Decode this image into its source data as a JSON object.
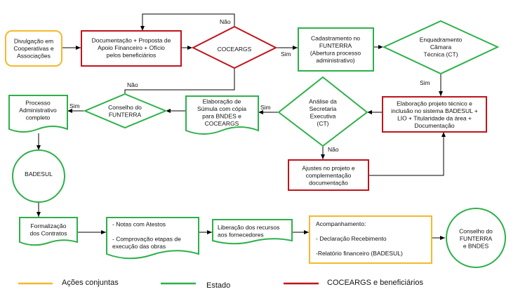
{
  "colors": {
    "acoes_conjuntas": "#f5b82e",
    "estado": "#2eb049",
    "coceargs": "#c0141c"
  },
  "nodes": {
    "divulgacao": [
      "Divulgação em",
      "Cooperativas e",
      "Associações"
    ],
    "documentacao": [
      "Documentação + Proposta de",
      "Apoio Financeiro + Ofício",
      "pelos beneficiários"
    ],
    "coceargs_decision": [
      "COCEARGS"
    ],
    "cadastramento": [
      "Cadastramento no",
      "FUNTERRA",
      "(Abertura processo",
      "administrativo)"
    ],
    "enquadramento": [
      "Enquadramento",
      "Câmara",
      "Técnica (CT)"
    ],
    "elaboracao_projeto": [
      "Elaboração projeto técnico e",
      "inclusão no sistema BADESUL +",
      "LIO + Titularidade da área +",
      "Documentação"
    ],
    "analise": [
      "Análise da",
      "Secretaria",
      "Executiva",
      "(CT)"
    ],
    "ajustes": [
      "Ajustes no projeto e",
      "complementação",
      "documentação"
    ],
    "elaboracao_sumula": [
      "Elaboração de",
      "Súmula com cópia",
      "para BNDES e",
      "COCEARGS"
    ],
    "conselho_funterra": [
      "Conselho do",
      "FUNTERRA"
    ],
    "processo": [
      "Processo",
      "Administrativo",
      "completo"
    ],
    "badesul": [
      "BADESUL"
    ],
    "formalizacao": [
      "Formalização",
      "dos Contratos"
    ],
    "notas": [
      "- Notas com Atestos",
      "",
      "- Comprovação etapas de",
      "execução das obras"
    ],
    "liberacao": [
      "Liberação dos recursos",
      "aos fornecedores"
    ],
    "acompanhamento": [
      "Acompanhamento:",
      "",
      "- Declaração Recebimento",
      "",
      "-Relatório financeiro (BADESUL)"
    ],
    "conselho_final": [
      "Conselho do",
      "FUNTERRA",
      "e BNDES"
    ]
  },
  "edge_labels": {
    "nao_top": "Não",
    "sim_coceargs": "Sim",
    "sim_enquadramento": "Sim",
    "sim_analise": "Sim",
    "nao_analise": "Não",
    "nao_conselho": "Não",
    "sim_conselho": "Sim"
  },
  "legend": [
    {
      "label": "Ações conjuntas",
      "color": "#f5b82e"
    },
    {
      "label": "Estado",
      "color": "#2eb049"
    },
    {
      "label": "COCEARGS e beneficiários",
      "color": "#c0141c"
    }
  ]
}
